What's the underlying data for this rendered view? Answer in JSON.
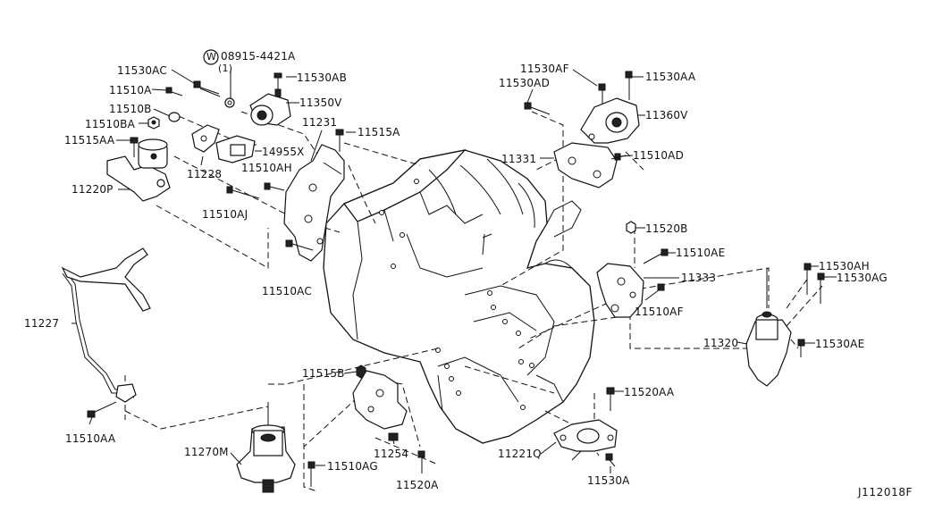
{
  "diagram": {
    "code": "J112018F",
    "washer_symbol": "W",
    "washer_part": "08915-4421A",
    "washer_qty": "(1)",
    "labels": {
      "l_11530AC": "11530AC",
      "l_11530AB": "11530AB",
      "l_11510A": "11510A",
      "l_11350V": "11350V",
      "l_11510B": "11510B",
      "l_11231": "11231",
      "l_11515A": "11515A",
      "l_11510BA": "11510BA",
      "l_11515AA": "11515AA",
      "l_14955X": "14955X",
      "l_11228": "11228",
      "l_11510AH": "11510AH",
      "l_11220P": "11220P",
      "l_11510AJ": "11510AJ",
      "l_11510AC": "11510AC",
      "l_11227": "11227",
      "l_11510AA": "11510AA",
      "l_11515B": "11515B",
      "l_11270M": "11270M",
      "l_11510AG": "11510AG",
      "l_11254": "11254",
      "l_11520A": "11520A",
      "l_11530AF": "11530AF",
      "l_11530AA": "11530AA",
      "l_11530AD": "11530AD",
      "l_11360V": "11360V",
      "l_11331": "11331",
      "l_11510AD": "11510AD",
      "l_11520B": "11520B",
      "l_11510AE": "11510AE",
      "l_11333": "11333",
      "l_11510AF": "11510AF",
      "l_11530AH": "11530AH",
      "l_11530AG": "11530AG",
      "l_11320": "11320",
      "l_11530AE": "11530AE",
      "l_11520AA": "11520AA",
      "l_11221Q": "11221Q",
      "l_11530A": "11530A"
    }
  }
}
